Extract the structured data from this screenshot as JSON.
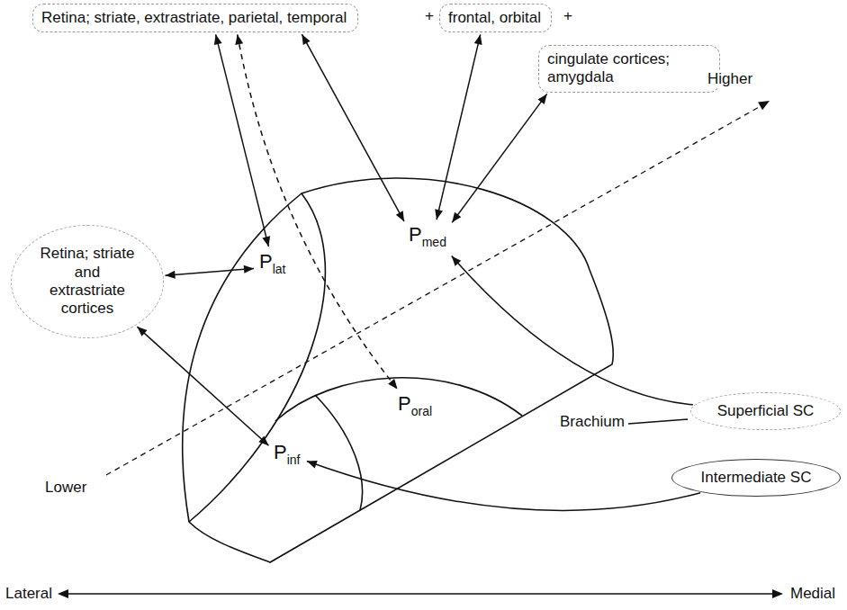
{
  "diagram": {
    "nodes": [
      {
        "text": [
          "Retina; striate, extrastriate, parietal, temporal"
        ]
      },
      {
        "text": [
          "frontal, orbital"
        ]
      },
      {
        "text": [
          "cingulate cortices; amygdala"
        ]
      },
      {
        "text": [
          "Retina; striate and extrastriate cortices"
        ]
      },
      {
        "text": [
          "P",
          "lat"
        ]
      },
      {
        "text": [
          "P",
          "med"
        ]
      },
      {
        "text": [
          "P",
          "oral"
        ]
      },
      {
        "text": [
          "P",
          "inf"
        ]
      },
      {
        "text": [
          "Superficial SC"
        ]
      },
      {
        "text": [
          "Intermediate SC"
        ]
      }
    ],
    "edges": [
      {
        "from": 0,
        "to": 4,
        "arrow": "both"
      },
      {
        "from": 0,
        "to": 5,
        "arrow": "both"
      },
      {
        "from": 1,
        "to": 5,
        "arrow": "both"
      },
      {
        "from": 2,
        "to": 5,
        "arrow": "both"
      },
      {
        "from": 0,
        "to": 6,
        "arrow": "both"
      },
      {
        "from": 3,
        "to": 4,
        "arrow": "both"
      },
      {
        "from": 3,
        "to": 7,
        "arrow": "both"
      },
      {
        "from": 8,
        "to": 5,
        "arrow": "to"
      },
      {
        "from": 9,
        "to": 7,
        "arrow": "to"
      }
    ],
    "labels": [
      "+",
      "+",
      "Higher",
      "Lower",
      "Brachium",
      "Lateral",
      "Medial"
    ]
  }
}
